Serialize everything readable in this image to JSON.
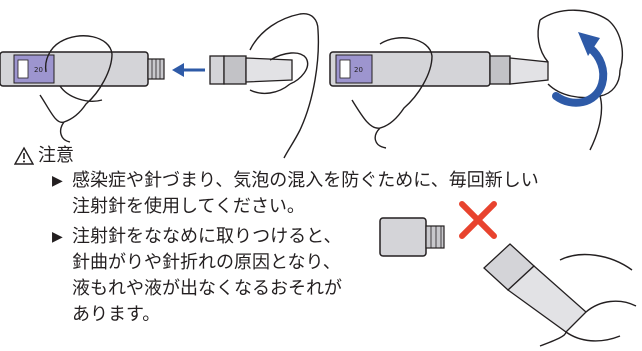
{
  "caution": {
    "icon": "warning-triangle-icon",
    "heading": "注意"
  },
  "bullets": [
    {
      "marker": "▶",
      "lines": [
        "感染症や針づまり、気泡の混入を防ぐために、毎回新しい",
        "注射針を使用してください。"
      ]
    },
    {
      "marker": "▶",
      "lines": [
        "注射針をななめに取りつけると、",
        "針曲がりや針折れの原因となり、",
        "液もれや液が出なくなるおそれが",
        "あります。"
      ]
    }
  ],
  "colors": {
    "text": "#231f20",
    "pen_body": "#c9c9cc",
    "label_purple": "#8f86c6",
    "arrow_blue": "#2e5aa7",
    "cross_red": "#e8432e"
  },
  "icons": [
    "pen-injector-icon",
    "needle-cap-icon",
    "left-arrow-icon",
    "curved-arrow-icon",
    "red-x-icon",
    "hand-icon"
  ]
}
